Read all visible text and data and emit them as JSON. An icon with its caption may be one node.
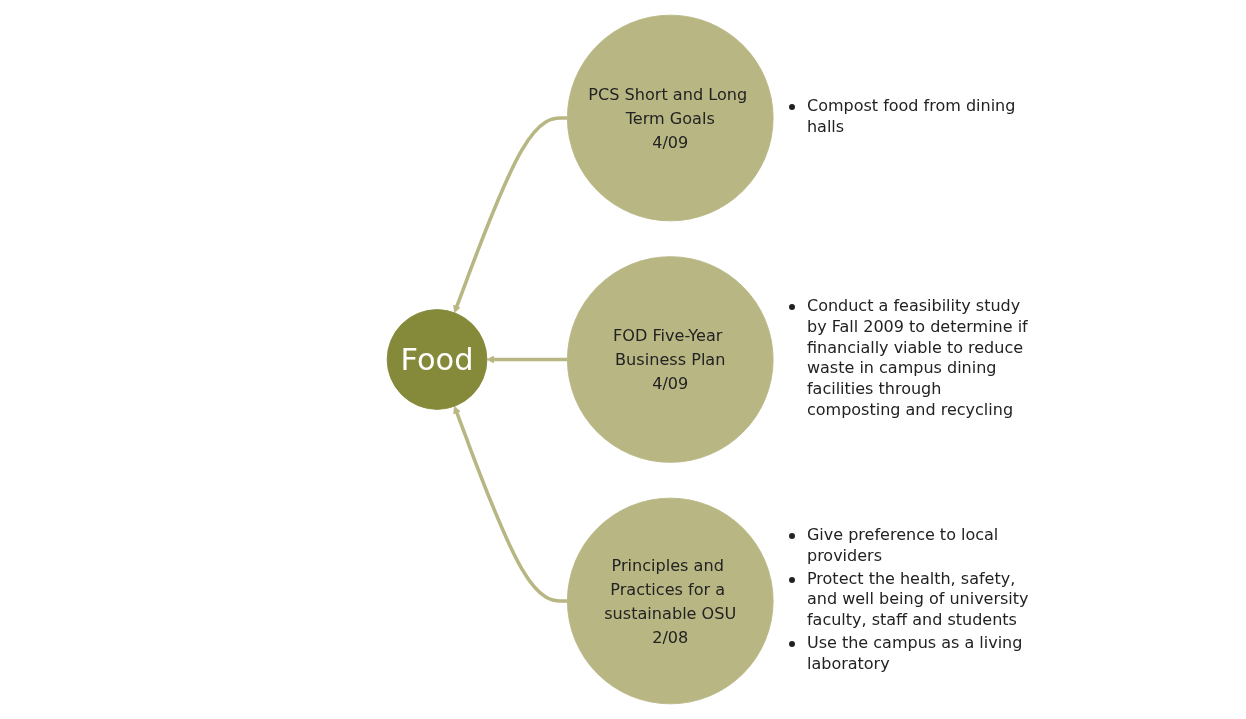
{
  "diagram": {
    "nodes": [
      {
        "text": [
          "Food"
        ]
      },
      {
        "text": [
          "PCS Short and Long Term Goals",
          "4/09"
        ],
        "beside": [
          "Compost food from dining halls"
        ]
      },
      {
        "text": [
          "FOD Five-Year Business Plan",
          "4/09"
        ],
        "beside": [
          "Conduct a feasibility study by Fall 2009 to determine if financially viable to reduce waste in campus dining facilities through composting and recycling"
        ]
      },
      {
        "text": [
          "Principles and Practices for a sustainable OSU",
          "2/08"
        ],
        "beside": [
          "Give preference to local providers",
          "Protect the health, safety, and well being of university faculty, staff and students",
          "Use the campus as a living laboratory"
        ]
      }
    ],
    "edges": [
      {
        "from": 1,
        "to": 0,
        "arrow": "to"
      },
      {
        "from": 2,
        "to": 0,
        "arrow": "to"
      },
      {
        "from": 3,
        "to": 0,
        "arrow": "to"
      }
    ]
  }
}
